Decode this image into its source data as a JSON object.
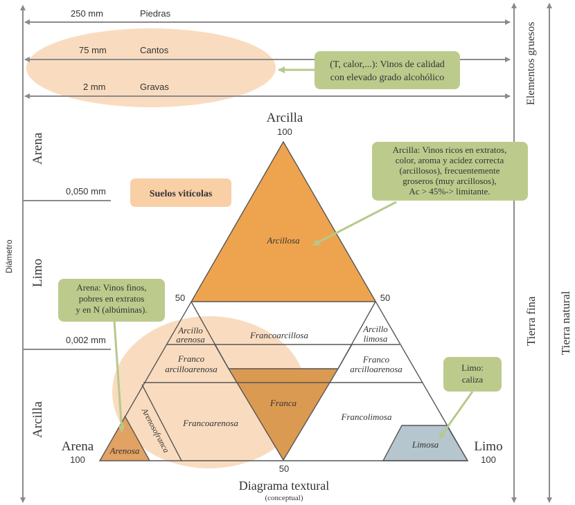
{
  "sizes": [
    {
      "value": "250 mm",
      "name": "Piedras"
    },
    {
      "value": "75 mm",
      "name": "Cantos"
    },
    {
      "value": "2 mm",
      "name": "Gravas"
    }
  ],
  "left_labels": {
    "arena": "Arena",
    "limo": "Limo",
    "arcilla": "Arcilla",
    "diametro": "Diámetro"
  },
  "thresholds": {
    "t050": "0,050 mm",
    "t002": "0,002 mm"
  },
  "suelos_viticolas": "Suelos vitícolas",
  "right_labels": {
    "elementos_gruesos": "Elementos gruesos",
    "tierra_fina": "Tierra fina",
    "tierra_natural": "Tierra natural"
  },
  "triangle": {
    "top_name": "Arcilla",
    "top_value": "100",
    "left_name": "Arena",
    "left_value": "100",
    "right_name": "Limo",
    "right_value": "100",
    "mid_left": "50",
    "mid_right": "50",
    "mid_bottom": "50"
  },
  "regions": {
    "arcillosa": "Arcillosa",
    "arcillo_arenosa_1": "Arcillo",
    "arcillo_arenosa_2": "arenosa",
    "francoarcillosa": "Francoarcillosa",
    "arcillo_limosa_1": "Arcillo",
    "arcillo_limosa_2": "limosa",
    "franco_arcilloarenosa_1": "Franco",
    "franco_arcilloarenosa_2": "arcilloarenosa",
    "franco_arcillolimosa_1": "Franco",
    "franco_arcillolimosa_2": "arcilloarenosa",
    "franca": "Franca",
    "francoarenosa": "Francoarenosa",
    "arenosofranca": "Arenosofranca",
    "francolimosa": "Francolimosa",
    "arenosa": "Arenosa",
    "limosa": "Limosa"
  },
  "callouts": {
    "calidad": [
      "(T, calor,...): Vinos de calidad",
      "con elevado grado alcohólico"
    ],
    "arcilla": [
      "Arcilla: Vinos ricos en extratos,",
      "color, aroma y acidez correcta",
      "(arcillosos), frecuentemente",
      "groseros (muy arcillosos),",
      "Ac > 45%-> limitante."
    ],
    "arena": [
      "Arena: Vinos finos,",
      "pobres en extratos",
      "y en N (albúminas)."
    ],
    "limo": [
      "Limo:",
      "caliza"
    ]
  },
  "caption": {
    "title": "Diagrama textural",
    "subtitle": "(conceptual)"
  },
  "colors": {
    "orange": "#eea44e",
    "peach": "#f9dcc0",
    "olive": "#bccb8c",
    "olive_dark": "#a9ba72",
    "slate": "#b5c6cf",
    "axis": "#8a8a8a",
    "text": "#333333"
  }
}
